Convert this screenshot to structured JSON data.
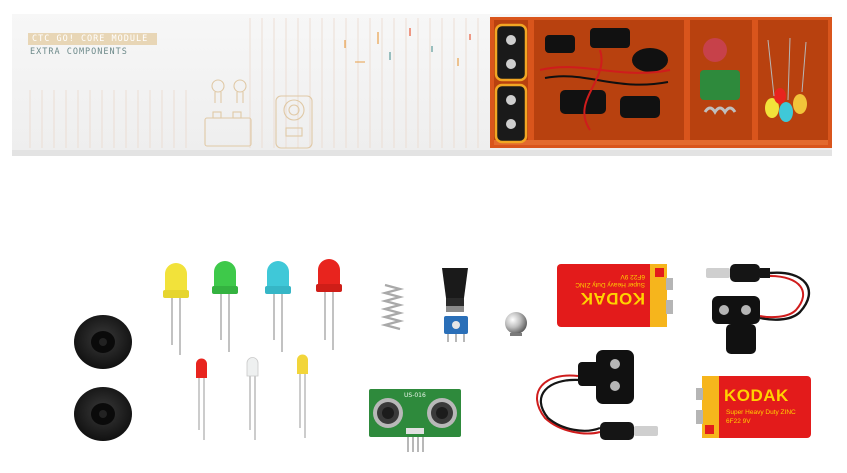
{
  "box": {
    "label_line1": "CTC GO! CORE MODULE",
    "label_line2": "EXTRA COMPONENTS"
  },
  "batteries": [
    {
      "brand": "KODAK",
      "line": "Super Heavy Duty ZINC",
      "spec": "6F22 9V"
    },
    {
      "brand": "KODAK",
      "line": "Super Heavy Duty ZINC",
      "spec": "6F22 9V"
    }
  ],
  "sensor": {
    "label": "US-016"
  },
  "colors": {
    "box_orange": "#d9551c",
    "led_yellow": "#f2e23a",
    "led_green": "#3ec94a",
    "led_blue": "#3fc8d8",
    "led_red": "#e8241e",
    "kodak_red": "#e31b1b",
    "kodak_yellow": "#f6b51c",
    "pcb_green": "#2e8a3c"
  }
}
